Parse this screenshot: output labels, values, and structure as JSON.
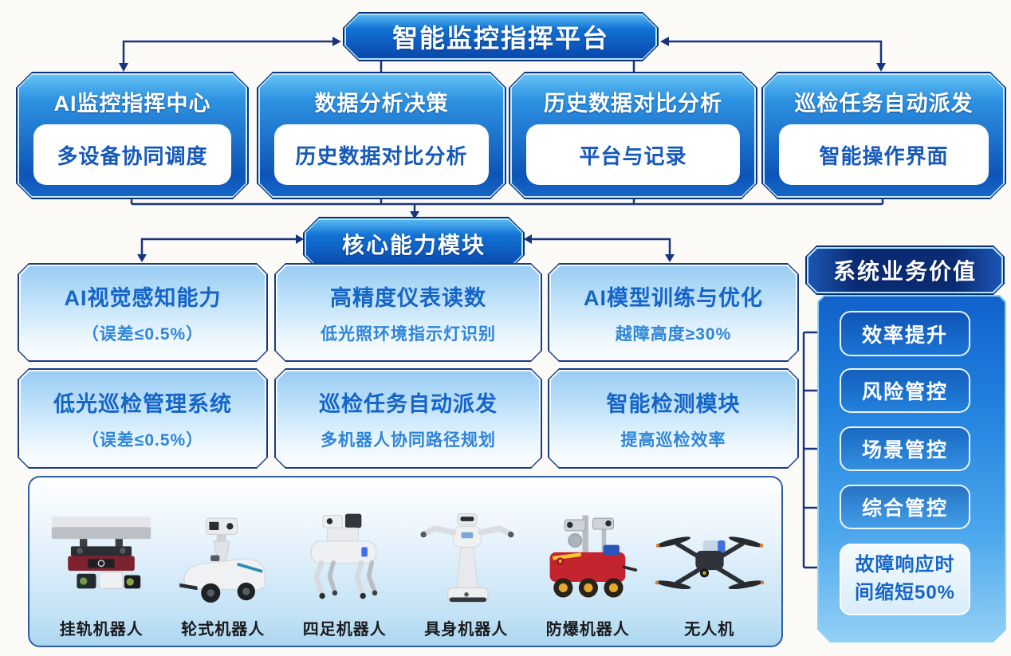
{
  "top_badge": {
    "label": "智能监控指挥平台"
  },
  "top_modules": [
    {
      "title": "AI监控指挥中心",
      "detail": "多设备协同调度"
    },
    {
      "title": "数据分析决策",
      "detail": "历史数据对比分析"
    },
    {
      "title": "历史数据对比分析",
      "detail": "平台与记录"
    },
    {
      "title": "巡检任务自动派发",
      "detail": "智能操作界面"
    }
  ],
  "core_badge": {
    "label": "核心能力模块"
  },
  "core_modules": [
    {
      "title": "AI视觉感知能力",
      "subtitle": "（误差≤0.5%）"
    },
    {
      "title": "高精度仪表读数",
      "subtitle": "低光照环境指示灯识别"
    },
    {
      "title": "AI模型训练与优化",
      "subtitle": "越障高度≥30%"
    },
    {
      "title": "低光巡检管理系统",
      "subtitle": "（误差≤0.5%）"
    },
    {
      "title": "巡检任务自动派发",
      "subtitle": "多机器人协同路径规划"
    },
    {
      "title": "智能检测模块",
      "subtitle": "提高巡检效率"
    }
  ],
  "robots": [
    {
      "label": "挂轨机器人",
      "icon": "rail-robot-image"
    },
    {
      "label": "轮式机器人",
      "icon": "wheeled-robot-image"
    },
    {
      "label": "四足机器人",
      "icon": "quadruped-robot-image"
    },
    {
      "label": "具身机器人",
      "icon": "humanoid-robot-image"
    },
    {
      "label": "防爆机器人",
      "icon": "explosion-proof-robot-image"
    },
    {
      "label": "无人机",
      "icon": "drone-image"
    }
  ],
  "value_panel": {
    "title": "系统业务价值",
    "items": [
      "效率提升",
      "风险管控",
      "场景管控",
      "综合管控",
      "故障响应时间缩短50%"
    ]
  },
  "colors": {
    "connector_line": "#17357f",
    "arrow_accent": "#2f9de9",
    "badge_fill_top": "#57b7f2",
    "badge_fill_bottom": "#0a47ab",
    "panel_blue": "#1f80dd",
    "text_blue": "#1565c8"
  }
}
